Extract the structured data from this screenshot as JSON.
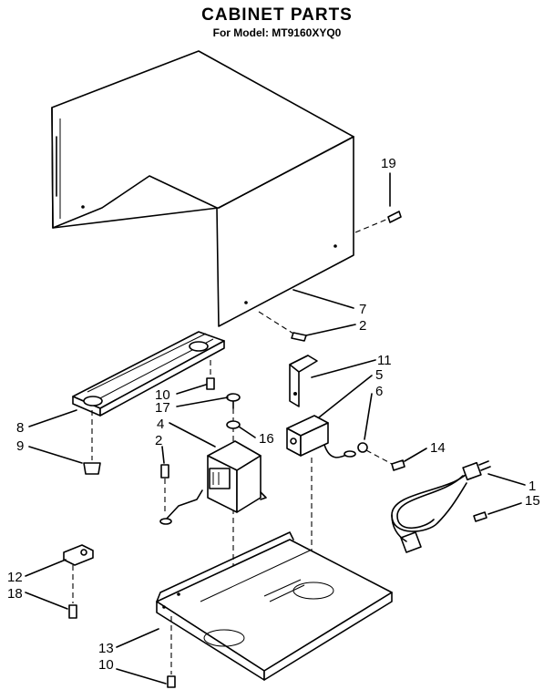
{
  "header": {
    "title": "CABINET PARTS",
    "subtitle": "For Model: MT9160XYQ0"
  },
  "callouts": [
    {
      "id": "c19",
      "label": "19"
    },
    {
      "id": "c7",
      "label": "7"
    },
    {
      "id": "c2a",
      "label": "2"
    },
    {
      "id": "c11",
      "label": "11"
    },
    {
      "id": "c5",
      "label": "5"
    },
    {
      "id": "c6",
      "label": "6"
    },
    {
      "id": "c10a",
      "label": "10"
    },
    {
      "id": "c17",
      "label": "17"
    },
    {
      "id": "c4",
      "label": "4"
    },
    {
      "id": "c16",
      "label": "16"
    },
    {
      "id": "c8",
      "label": "8"
    },
    {
      "id": "c9",
      "label": "9"
    },
    {
      "id": "c2b",
      "label": "2"
    },
    {
      "id": "c14",
      "label": "14"
    },
    {
      "id": "c1",
      "label": "1"
    },
    {
      "id": "c15",
      "label": "15"
    },
    {
      "id": "c12",
      "label": "12"
    },
    {
      "id": "c18",
      "label": "18"
    },
    {
      "id": "c13",
      "label": "13"
    },
    {
      "id": "c10b",
      "label": "10"
    }
  ]
}
